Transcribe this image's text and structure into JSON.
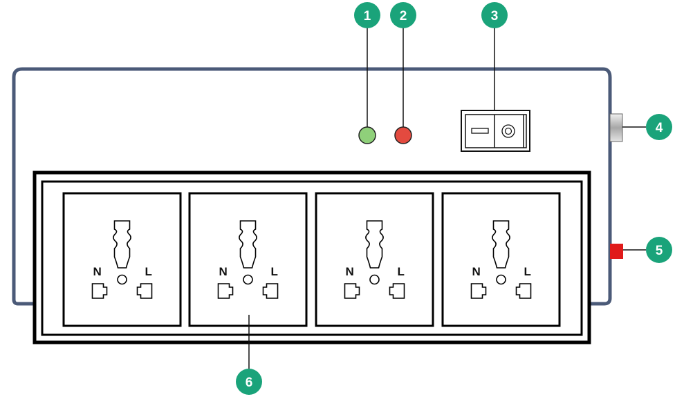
{
  "diagram": {
    "callouts": [
      {
        "id": "1",
        "label": "1",
        "target": "green-indicator"
      },
      {
        "id": "2",
        "label": "2",
        "target": "red-indicator"
      },
      {
        "id": "3",
        "label": "3",
        "target": "power-switch"
      },
      {
        "id": "4",
        "label": "4",
        "target": "side-connector"
      },
      {
        "id": "5",
        "label": "5",
        "target": "red-side-button"
      },
      {
        "id": "6",
        "label": "6",
        "target": "socket"
      }
    ],
    "sockets": [
      {
        "neutral": "N",
        "live": "L"
      },
      {
        "neutral": "N",
        "live": "L"
      },
      {
        "neutral": "N",
        "live": "L"
      },
      {
        "neutral": "N",
        "live": "L"
      }
    ],
    "colors": {
      "callout": "#1aa37a",
      "case_outline": "#4b5a78",
      "green_led": "#8fd07a",
      "red_led": "#e34a3f",
      "red_button": "#e01a1a"
    }
  }
}
